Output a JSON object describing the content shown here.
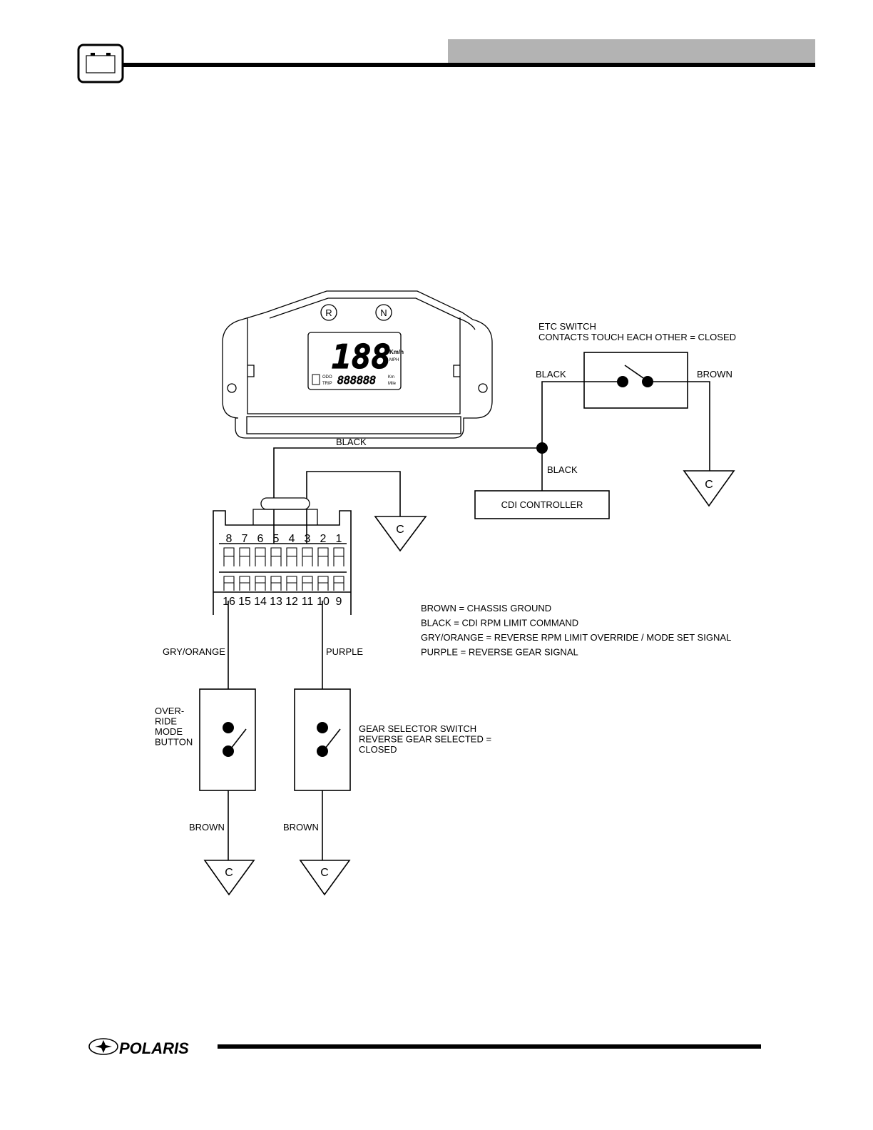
{
  "header": {
    "icon": "battery-icon",
    "bar_color": "#b3b3b3"
  },
  "instrument": {
    "indicator_r": "R",
    "indicator_n": "N",
    "display_digits": "188",
    "speed_unit_top": "Km/h",
    "speed_unit_bottom": "MPH",
    "odo_label": "ODO",
    "trip_label": "TRIP",
    "odometer_digits": "888888",
    "dist_unit_top": "Km",
    "dist_unit_bottom": "Mile"
  },
  "etc_switch": {
    "title": "ETC SWITCH",
    "note": "CONTACTS TOUCH EACH OTHER =  CLOSED",
    "left_wire": "BLACK",
    "right_wire": "BROWN"
  },
  "wires": {
    "top_black": "BLACK",
    "cdi_black": "BLACK",
    "gry_orange": "GRY/ORANGE",
    "purple": "PURPLE",
    "brown_left": "BROWN",
    "brown_right": "BROWN"
  },
  "cdi": {
    "label": "CDI CONTROLLER"
  },
  "ground_symbol": "C",
  "connector": {
    "top_pins": [
      "8",
      "7",
      "6",
      "5",
      "4",
      "3",
      "2",
      "1"
    ],
    "bottom_pins": [
      "16",
      "15",
      "14",
      "13",
      "12",
      "11",
      "10",
      "9"
    ]
  },
  "legend": [
    "BROWN = CHASSIS GROUND",
    "BLACK = CDI  RPM LIMIT COMMAND",
    "GRY/ORANGE = REVERSE RPM LIMIT OVERRIDE / MODE SET SIGNAL",
    "PURPLE = REVERSE GEAR SIGNAL"
  ],
  "override_button": {
    "lines": [
      "OVER-",
      "RIDE",
      "MODE",
      "BUTTON"
    ]
  },
  "gear_switch": {
    "lines": [
      "GEAR SELECTOR SWITCH",
      "REVERSE GEAR SELECTED =",
      "CLOSED"
    ]
  },
  "footer": {
    "brand": "POLARIS"
  }
}
